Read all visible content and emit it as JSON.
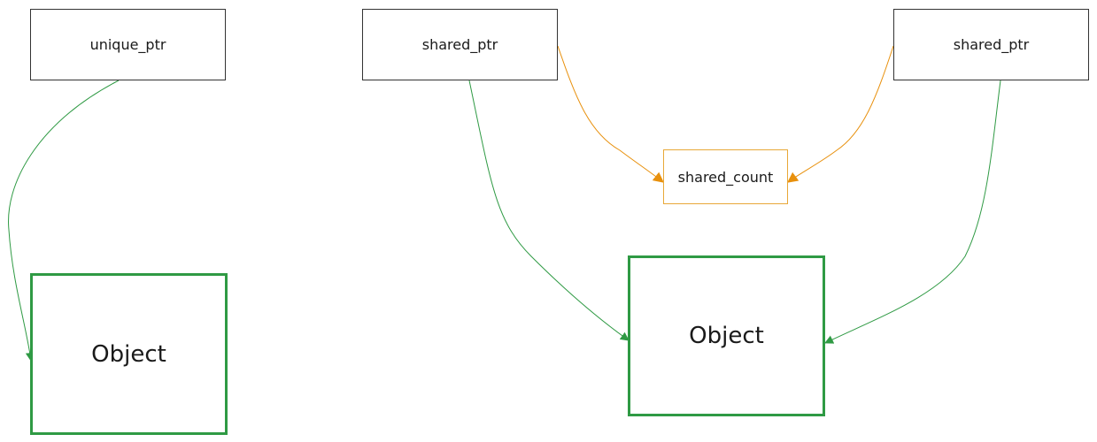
{
  "nodes": {
    "unique_ptr": {
      "label": "unique_ptr"
    },
    "shared_ptr_left": {
      "label": "shared_ptr"
    },
    "shared_ptr_right": {
      "label": "shared_ptr"
    },
    "shared_count": {
      "label": "shared_count"
    },
    "object_left": {
      "label": "Object"
    },
    "object_right": {
      "label": "Object"
    }
  },
  "edges": [
    {
      "from": "unique_ptr",
      "to": "object_left",
      "color": "#2f9a44"
    },
    {
      "from": "shared_ptr_left",
      "to": "object_right",
      "color": "#2f9a44"
    },
    {
      "from": "shared_ptr_right",
      "to": "object_right",
      "color": "#2f9a44"
    },
    {
      "from": "shared_ptr_left",
      "to": "shared_count",
      "color": "#e8900c"
    },
    {
      "from": "shared_ptr_right",
      "to": "shared_count",
      "color": "#e8900c"
    }
  ],
  "colors": {
    "owning_edge": "#2f9a44",
    "count_edge": "#e8900c",
    "object_border": "#2f9a44",
    "count_border": "#e8a838",
    "pointer_border": "#333333"
  }
}
